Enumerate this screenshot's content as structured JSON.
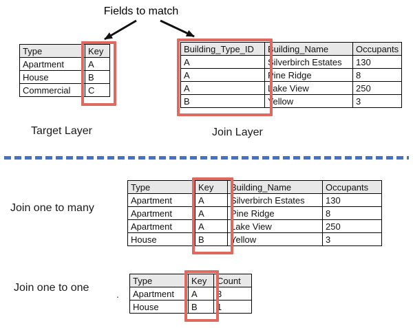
{
  "title": "Fields to match",
  "colors": {
    "highlight_red": "#DF695F",
    "divider_blue": "#4472C4",
    "header_gray": "#E8E8E8",
    "table_border": "#000000",
    "arrow_black": "#111111"
  },
  "icons": {
    "left_arrow": "arrow-down-left",
    "right_arrow": "arrow-down-right"
  },
  "sections": {
    "top": {
      "target_table": {
        "label": "Target Layer",
        "headers": [
          "Type",
          "Key"
        ],
        "rows": [
          [
            "Apartment",
            "A"
          ],
          [
            "House",
            "B"
          ],
          [
            "Commercial",
            "C"
          ]
        ],
        "highlighted_column": "Key"
      },
      "join_table": {
        "label": "Join Layer",
        "headers": [
          "Building_Type_ID",
          "Building_Name",
          "Occupants"
        ],
        "rows": [
          [
            "A",
            "Silverbirch Estates",
            "130"
          ],
          [
            "A",
            "Pine Ridge",
            "8"
          ],
          [
            "A",
            "Lake View",
            "250"
          ],
          [
            "B",
            "Yellow",
            "3"
          ]
        ],
        "highlighted_column": "Building_Type_ID"
      }
    },
    "bottom": {
      "one_to_many": {
        "label": "Join one to many",
        "headers": [
          "Type",
          "Key",
          "Building_Name",
          "Occupants"
        ],
        "rows": [
          [
            "Apartment",
            "A",
            "Silverbirch Estates",
            "130"
          ],
          [
            "Apartment",
            "A",
            "Pine Ridge",
            "8"
          ],
          [
            "Apartment",
            "A",
            "Lake View",
            "250"
          ],
          [
            "House",
            "B",
            "Yellow",
            "3"
          ]
        ],
        "highlighted_column": "Key"
      },
      "one_to_one": {
        "label": "Join one to one",
        "headers": [
          "Type",
          "Key",
          "Count"
        ],
        "rows": [
          [
            "Apartment",
            "A",
            "3"
          ],
          [
            "House",
            "B",
            "1"
          ]
        ],
        "highlighted_column": "Key"
      },
      "stray_mark": "."
    }
  }
}
